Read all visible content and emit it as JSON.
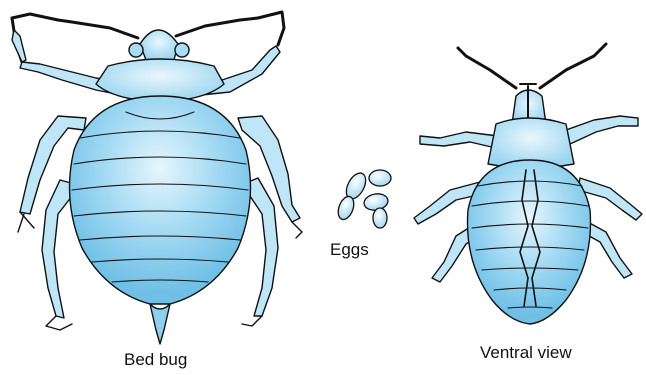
{
  "labels": {
    "bed_bug": "Bed bug",
    "eggs": "Eggs",
    "ventral_view": "Ventral view"
  },
  "colors": {
    "body_fill": "#8ecfee",
    "body_light": "#c9ebfa",
    "outline": "#111111"
  }
}
